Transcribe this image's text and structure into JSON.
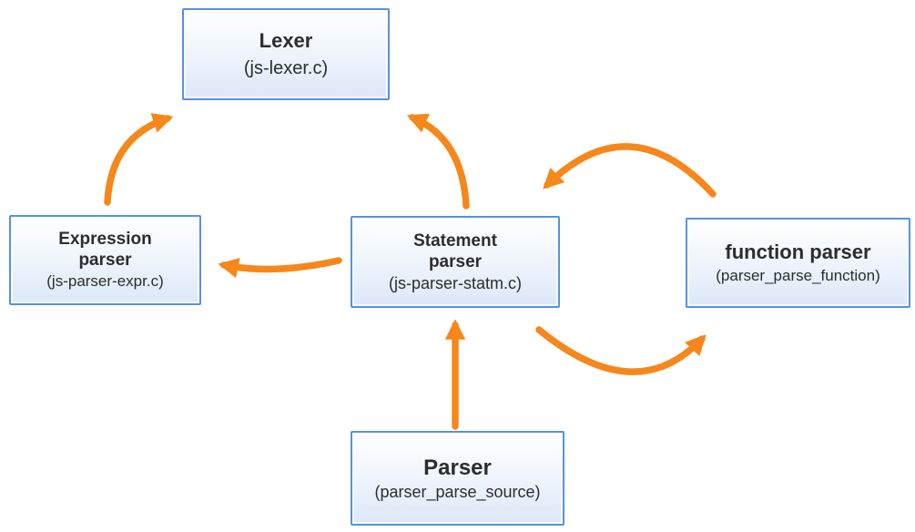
{
  "diagram": {
    "description": "JavaScript parser module flow diagram",
    "colors": {
      "background": "#ffffff",
      "node_border": "#5593DE",
      "node_fill_top": "#ffffff",
      "node_fill_bottom": "#dce8f8",
      "arrow": "#F6871B",
      "text": "#2d2d2d"
    },
    "nodes": [
      {
        "id": "lexer",
        "title": "Lexer",
        "subtitle": "(js-lexer.c)"
      },
      {
        "id": "expression-parser",
        "title": "Expression\nparser",
        "subtitle": "(js-parser-expr.c)"
      },
      {
        "id": "statement-parser",
        "title": "Statement\nparser",
        "subtitle": "(js-parser-statm.c)"
      },
      {
        "id": "function-parser",
        "title": "function parser",
        "subtitle": "(parser_parse_function)"
      },
      {
        "id": "parser",
        "title": "Parser",
        "subtitle": "(parser_parse_source)"
      }
    ],
    "edges": [
      {
        "from": "expression-parser",
        "to": "lexer"
      },
      {
        "from": "statement-parser",
        "to": "lexer"
      },
      {
        "from": "statement-parser",
        "to": "expression-parser"
      },
      {
        "from": "function-parser",
        "to": "statement-parser"
      },
      {
        "from": "statement-parser",
        "to": "function-parser"
      },
      {
        "from": "parser",
        "to": "statement-parser"
      }
    ]
  }
}
